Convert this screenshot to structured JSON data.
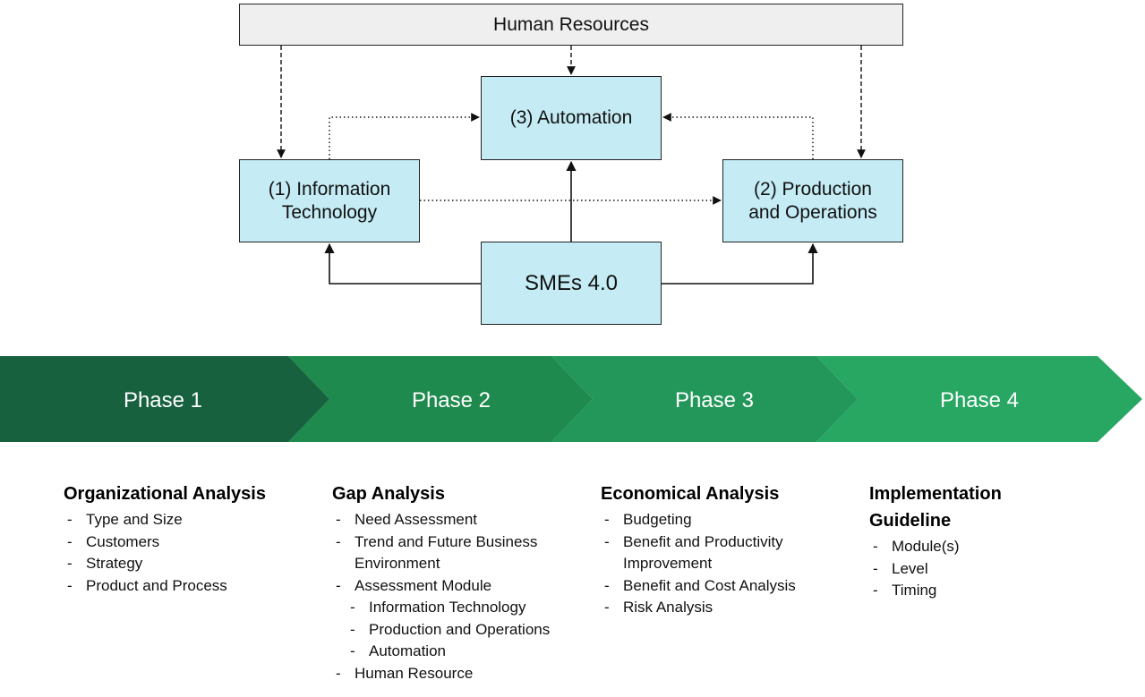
{
  "diagram": {
    "human_resources": "Human Resources",
    "automation": "(3) Automation",
    "information_technology": [
      "(1) Information",
      "Technology"
    ],
    "production_operations": [
      "(2) Production",
      "and Operations"
    ],
    "smes": "SMEs 4.0"
  },
  "phases": [
    "Phase 1",
    "Phase 2",
    "Phase 3",
    "Phase 4"
  ],
  "phase_colors": [
    "#17613f",
    "#1f8a4d",
    "#23975a",
    "#27a762"
  ],
  "columns": [
    {
      "title": "Organizational Analysis",
      "items": [
        {
          "text": "Type and Size",
          "level": 1
        },
        {
          "text": "Customers",
          "level": 1
        },
        {
          "text": "Strategy",
          "level": 1
        },
        {
          "text": "Product and Process",
          "level": 1
        }
      ]
    },
    {
      "title": "Gap Analysis",
      "items": [
        {
          "text": "Need Assessment",
          "level": 1
        },
        {
          "text": "Trend and Future Business Environment",
          "level": 1
        },
        {
          "text": "Assessment Module",
          "level": 1
        },
        {
          "text": "Information Technology",
          "level": 2
        },
        {
          "text": "Production and Operations",
          "level": 2
        },
        {
          "text": "Automation",
          "level": 2
        },
        {
          "text": "Human Resource",
          "level": 1
        }
      ]
    },
    {
      "title": "Economical Analysis",
      "items": [
        {
          "text": "Budgeting",
          "level": 1
        },
        {
          "text": "Benefit and Productivity Improvement",
          "level": 1
        },
        {
          "text": "Benefit and Cost Analysis",
          "level": 1
        },
        {
          "text": "Risk Analysis",
          "level": 1
        }
      ]
    },
    {
      "title": "Implementation Guideline",
      "items": [
        {
          "text": "Module(s)",
          "level": 1
        },
        {
          "text": "Level",
          "level": 1
        },
        {
          "text": "Timing",
          "level": 1
        }
      ]
    }
  ]
}
